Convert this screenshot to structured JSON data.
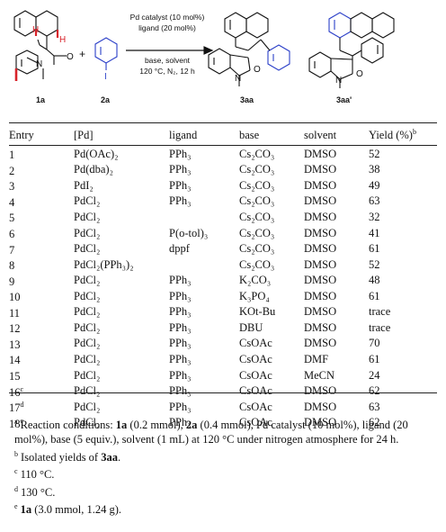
{
  "scheme": {
    "cond_line1": "Pd catalyst (10 mol%)",
    "cond_line2": "ligand (20 mol%)",
    "cond_line3": "base, solvent",
    "cond_line4": "120 °C, N₂, 12 h",
    "label_1a": "1a",
    "label_2a": "2a",
    "label_3aa": "3aa",
    "label_3aa_prime": "3aa'",
    "plus": "+",
    "atom_H1": "H",
    "atom_H2": "H",
    "atom_N1": "N",
    "atom_O1": "O",
    "atom_I1": "I",
    "atom_N2": "N",
    "atom_O2": "O",
    "atom_N3": "N",
    "atom_O3": "O"
  },
  "table": {
    "headers": [
      "Entry",
      "[Pd]",
      "ligand",
      "base",
      "solvent",
      "Yield (%)"
    ],
    "header_yield_mark": "b",
    "rows": [
      {
        "entry": "1",
        "mark": "",
        "pd": "Pd(OAc)₂",
        "ligand": "PPh₃",
        "base": "Cs₂CO₃",
        "solvent": "DMSO",
        "yield": "52"
      },
      {
        "entry": "2",
        "mark": "",
        "pd": "Pd(dba)₂",
        "ligand": "PPh₃",
        "base": "Cs₂CO₃",
        "solvent": "DMSO",
        "yield": "38"
      },
      {
        "entry": "3",
        "mark": "",
        "pd": "PdI₂",
        "ligand": "PPh₃",
        "base": "Cs₂CO₃",
        "solvent": "DMSO",
        "yield": "49"
      },
      {
        "entry": "4",
        "mark": "",
        "pd": "PdCl₂",
        "ligand": "PPh₃",
        "base": "Cs₂CO₃",
        "solvent": "DMSO",
        "yield": "63"
      },
      {
        "entry": "5",
        "mark": "",
        "pd": "PdCl₂",
        "ligand": "",
        "base": "Cs₂CO₃",
        "solvent": "DMSO",
        "yield": "32"
      },
      {
        "entry": "6",
        "mark": "",
        "pd": "PdCl₂",
        "ligand": "P(o-tol)₃",
        "base": "Cs₂CO₃",
        "solvent": "DMSO",
        "yield": "41"
      },
      {
        "entry": "7",
        "mark": "",
        "pd": "PdCl₂",
        "ligand": "dppf",
        "base": "Cs₂CO₃",
        "solvent": "DMSO",
        "yield": "61"
      },
      {
        "entry": "8",
        "mark": "",
        "pd": "PdCl₂(PPh₃)₂",
        "ligand": "",
        "base": "Cs₂CO₃",
        "solvent": "DMSO",
        "yield": "52"
      },
      {
        "entry": "9",
        "mark": "",
        "pd": "PdCl₂",
        "ligand": "PPh₃",
        "base": "K₂CO₃",
        "solvent": "DMSO",
        "yield": "48"
      },
      {
        "entry": "10",
        "mark": "",
        "pd": "PdCl₂",
        "ligand": "PPh₃",
        "base": "K₃PO₄",
        "solvent": "DMSO",
        "yield": "61"
      },
      {
        "entry": "11",
        "mark": "",
        "pd": "PdCl₂",
        "ligand": "PPh₃",
        "base": "KOt-Bu",
        "solvent": "DMSO",
        "yield": "trace"
      },
      {
        "entry": "12",
        "mark": "",
        "pd": "PdCl₂",
        "ligand": "PPh₃",
        "base": "DBU",
        "solvent": "DMSO",
        "yield": "trace"
      },
      {
        "entry": "13",
        "mark": "",
        "pd": "PdCl₂",
        "ligand": "PPh₃",
        "base": "CsOAc",
        "solvent": "DMSO",
        "yield": "70"
      },
      {
        "entry": "14",
        "mark": "",
        "pd": "PdCl₂",
        "ligand": "PPh₃",
        "base": "CsOAc",
        "solvent": "DMF",
        "yield": "61"
      },
      {
        "entry": "15",
        "mark": "",
        "pd": "PdCl₂",
        "ligand": "PPh₃",
        "base": "CsOAc",
        "solvent": "MeCN",
        "yield": "24"
      },
      {
        "entry": "16",
        "mark": "c",
        "pd": "PdCl₂",
        "ligand": "PPh₃",
        "base": "CsOAc",
        "solvent": "DMSO",
        "yield": "62"
      },
      {
        "entry": "17",
        "mark": "d",
        "pd": "PdCl₂",
        "ligand": "PPh₃",
        "base": "CsOAc",
        "solvent": "DMSO",
        "yield": "63"
      },
      {
        "entry": "18",
        "mark": "e",
        "pd": "PdCl₂",
        "ligand": "PPh₃",
        "base": "CsOAc",
        "solvent": "DMSO",
        "yield": "62"
      }
    ]
  },
  "footnotes": {
    "a_mark": "a",
    "a_text_1": "Reaction conditions: ",
    "a_b1": "1a",
    "a_text_2": " (0.2 mmol), ",
    "a_b2": "2a",
    "a_text_3": " (0.4 mmol), Pd catalyst (10 mol%), ligand (20 mol%), base (5 equiv.), solvent (1 mL) at 120 °C under nitrogen atmosphere for 24 h.",
    "b_mark": "b",
    "b_text": "Isolated yields of ",
    "b_bold": "3aa",
    "b_end": ".",
    "c_mark": "c",
    "c_text": "110 °C.",
    "d_mark": "d",
    "d_text": "130 °C.",
    "e_mark": "e",
    "e_b": "1a",
    "e_text": " (3.0 mmol, 1.24 g).",
    "colors": {
      "red": "#d8232a",
      "blue": "#2b3fc8",
      "black": "#111111"
    }
  }
}
